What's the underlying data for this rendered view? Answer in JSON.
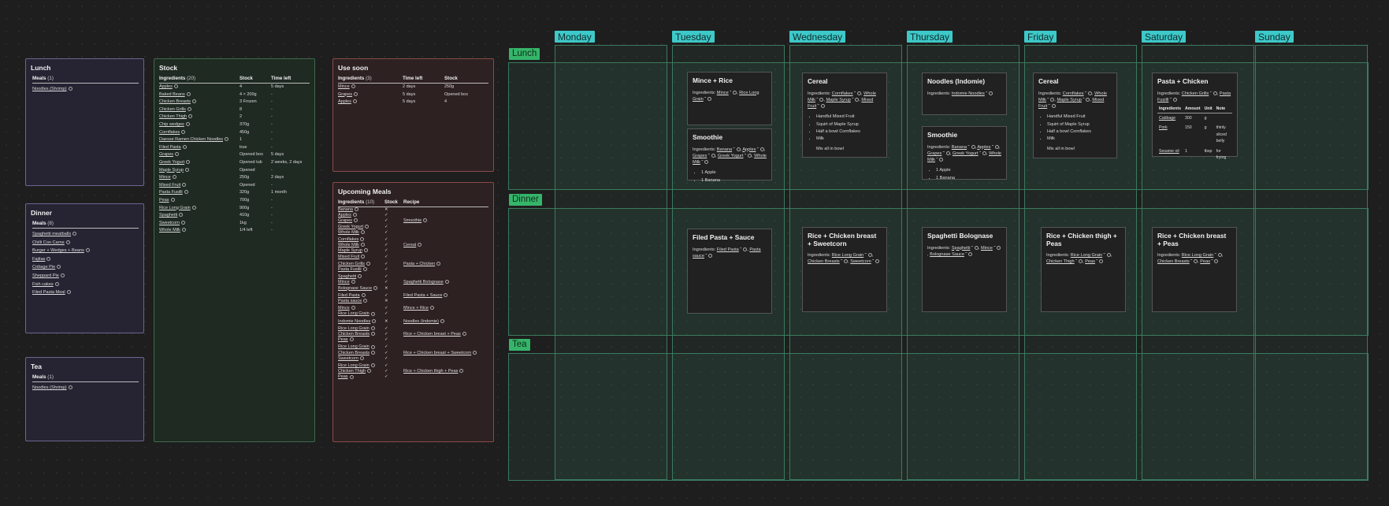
{
  "lunch_card": {
    "title": "Lunch",
    "meals_label": "Meals",
    "meals_count": "(1)",
    "meals": [
      "Noodles (Shrimp)"
    ]
  },
  "dinner_card": {
    "title": "Dinner",
    "meals_label": "Meals",
    "meals_count": "(8)",
    "meals": [
      "Spaghetti meatballs",
      "Chilli Con Carne",
      "Burger + Wedges + Beans",
      "Fajitas",
      "Cottage Pie",
      "Sheppard Pie",
      "Fish cakes",
      "Filed Pasta Meal"
    ]
  },
  "tea_card": {
    "title": "Tea",
    "meals_label": "Meals",
    "meals_count": "(1)",
    "meals": [
      "Noodles (Shrimp)"
    ]
  },
  "stock_card": {
    "title": "Stock",
    "headers": [
      "Ingredients",
      "(20)",
      "Stock",
      "Time left"
    ],
    "rows": [
      [
        "Apples",
        "4",
        "5 days"
      ],
      [
        "Baked Beans",
        "4 × 200g",
        "-"
      ],
      [
        "Chicken Breasts",
        "3 Frozen",
        "-"
      ],
      [
        "Chicken Grills",
        "8",
        "-"
      ],
      [
        "Chicken Thigh",
        "2",
        "-"
      ],
      [
        "Chip wedges",
        "370g",
        "-"
      ],
      [
        "Cornflakes",
        "450g",
        "-"
      ],
      [
        "Daesse Ramen Chicken Noodles",
        "1",
        "-"
      ],
      [
        "Filed Pasta",
        "true",
        "-"
      ],
      [
        "Grapes",
        "Opened box",
        "5 days"
      ],
      [
        "Greek Yogurt",
        "Opened tub",
        "2 weeks, 2 days"
      ],
      [
        "Maple Syrup",
        "Opened",
        "-"
      ],
      [
        "Mince",
        "250g",
        "2 days"
      ],
      [
        "Mixed Fruit",
        "Opened",
        "-"
      ],
      [
        "Pasta Fusilli",
        "320g",
        "1 month"
      ],
      [
        "Peas",
        "700g",
        "-"
      ],
      [
        "Rice Long Grain",
        "900g",
        "-"
      ],
      [
        "Spaghetti",
        "410g",
        "-"
      ],
      [
        "Sweetcorn",
        "1kg",
        "-"
      ],
      [
        "Whole Milk",
        "1/4 left",
        "-"
      ]
    ]
  },
  "use_soon_card": {
    "title": "Use soon",
    "headers": [
      "Ingredients",
      "(3)",
      "Time left",
      "Stock"
    ],
    "rows": [
      [
        "Mince",
        "2 days",
        "250g"
      ],
      [
        "Grapes",
        "5 days",
        "Opened box"
      ],
      [
        "Apples",
        "5 days",
        "4"
      ]
    ]
  },
  "upcoming_card": {
    "title": "Upcoming Meals",
    "headers": [
      "Ingredients",
      "(10)",
      "Stock",
      "Recipe"
    ],
    "groups": [
      {
        "recipe": "Smoothie",
        "items": [
          [
            "Banana",
            "no"
          ],
          [
            "Apples",
            "ok"
          ],
          [
            "Grapes",
            "ok"
          ],
          [
            "Greek Yogurt",
            "ok"
          ],
          [
            "Whole Milk",
            "ok"
          ]
        ]
      },
      {
        "recipe": "Cereal",
        "items": [
          [
            "Cornflakes",
            "ok"
          ],
          [
            "Whole Milk",
            "ok"
          ],
          [
            "Maple Syrup",
            "ok"
          ],
          [
            "Mixed Fruit",
            "ok"
          ]
        ]
      },
      {
        "recipe": "Pasta + Chicken",
        "items": [
          [
            "Chicken Grills",
            "ok"
          ],
          [
            "Pasta Fusilli",
            "ok"
          ]
        ]
      },
      {
        "recipe": "Spaghetti Bolognase",
        "items": [
          [
            "Spaghetti",
            "ok"
          ],
          [
            "Mince",
            "ok"
          ],
          [
            "Bolognase Sauce",
            "no"
          ]
        ]
      },
      {
        "recipe": "Filed Pasta + Sauce",
        "items": [
          [
            "Filed Pasta",
            "ok"
          ],
          [
            "Pasta sauce",
            "no"
          ]
        ]
      },
      {
        "recipe": "Mince + Rice",
        "items": [
          [
            "Mince",
            "ok"
          ],
          [
            "Rice Long Grain",
            "ok"
          ]
        ]
      },
      {
        "recipe": "Noodles (Indomie)",
        "items": [
          [
            "Indomie Noodles",
            "no"
          ]
        ]
      },
      {
        "recipe": "Rice + Chicken breast + Peas",
        "items": [
          [
            "Rice Long Grain",
            "ok"
          ],
          [
            "Chicken Breasts",
            "ok"
          ],
          [
            "Peas",
            "ok"
          ]
        ]
      },
      {
        "recipe": "Rice + Chicken breast + Sweetcorn",
        "items": [
          [
            "Rice Long Grain",
            "ok"
          ],
          [
            "Chicken Breasts",
            "ok"
          ],
          [
            "Sweetcorn",
            "ok"
          ]
        ]
      },
      {
        "recipe": "Rice + Chicken thigh + Peas",
        "items": [
          [
            "Rice Long Grain",
            "ok"
          ],
          [
            "Chicken Thigh",
            "ok"
          ],
          [
            "Peas",
            "ok"
          ]
        ]
      }
    ]
  },
  "planner": {
    "days": [
      "Monday",
      "Tuesday",
      "Wednesday",
      "Thursday",
      "Friday",
      "Saturday",
      "Sunday"
    ],
    "meal_rows": [
      "Lunch",
      "Dinner",
      "Tea"
    ],
    "ingredients_label": "Ingredients:",
    "cards": [
      {
        "title": "Mince + Rice",
        "ingredients": [
          "Mince",
          "Rice Long Grain"
        ]
      },
      {
        "title": "Smoothie",
        "ingredients": [
          "Banana",
          "Apples",
          "Grapes",
          "Greek Yogurt",
          "Whole Milk"
        ],
        "steps": [
          "1 Apple",
          "1 Banana"
        ]
      },
      {
        "title": "Cereal",
        "ingredients": [
          "Cornflakes",
          "Whole Milk",
          "Maple Syrup",
          "Mixed Fruit"
        ],
        "steps": [
          "Handful Mixed Fruit",
          "Squirt of Maple Syrup",
          "Half a bowl Cornflakes",
          "Milk"
        ],
        "extra": "Mix all in bowl"
      },
      {
        "title": "Noodles (Indomie)",
        "ingredients": [
          "Indomie Noodles"
        ]
      },
      {
        "title": "Smoothie",
        "ingredients": [
          "Banana",
          "Apples",
          "Grapes",
          "Greek Yogurt",
          "Whole Milk"
        ],
        "steps": [
          "1 Apple",
          "1 Banana"
        ]
      },
      {
        "title": "Cereal",
        "ingredients": [
          "Cornflakes",
          "Whole Milk",
          "Maple Syrup",
          "Mixed Fruit"
        ],
        "steps": [
          "Handful Mixed Fruit",
          "Squirt of Maple Syrup",
          "Half a bowl Cornflakes",
          "Milk"
        ],
        "extra": "Mix all in bowl"
      },
      {
        "title": "Pasta + Chicken",
        "ingredients": [
          "Chicken Grills",
          "Pasta Fusilli"
        ],
        "table_headers": [
          "Ingredients",
          "Amount",
          "Unit",
          "Note"
        ],
        "table_rows": [
          [
            "Cabbage",
            "300",
            "g",
            ""
          ],
          [
            "Pork",
            "150",
            "g",
            "thinly sliced belly"
          ],
          [
            "Sesame oil",
            "1",
            "tbsp",
            "for frying"
          ]
        ]
      },
      {
        "title": "Filed Pasta + Sauce",
        "ingredients": [
          "Filed Pasta",
          "Pasta sauce"
        ]
      },
      {
        "title": "Rice + Chicken breast + Sweetcorn",
        "ingredients": [
          "Rice Long Grain",
          "Chicken Breasts",
          "Sweetcorn"
        ]
      },
      {
        "title": "Spaghetti Bolognase",
        "ingredients": [
          "Spaghetti",
          "Mince",
          "Bolognase Sauce"
        ]
      },
      {
        "title": "Rice + Chicken thigh + Peas",
        "ingredients": [
          "Rice Long Grain",
          "Chicken Thigh",
          "Peas"
        ]
      },
      {
        "title": "Rice + Chicken breast + Peas",
        "ingredients": [
          "Rice Long Grain",
          "Chicken Breasts",
          "Peas"
        ]
      }
    ]
  },
  "colors": {
    "day_label": "#3ec9c9",
    "meal_label": "#35b56a",
    "ok": "#3fc35a",
    "missing": "#e04848"
  }
}
